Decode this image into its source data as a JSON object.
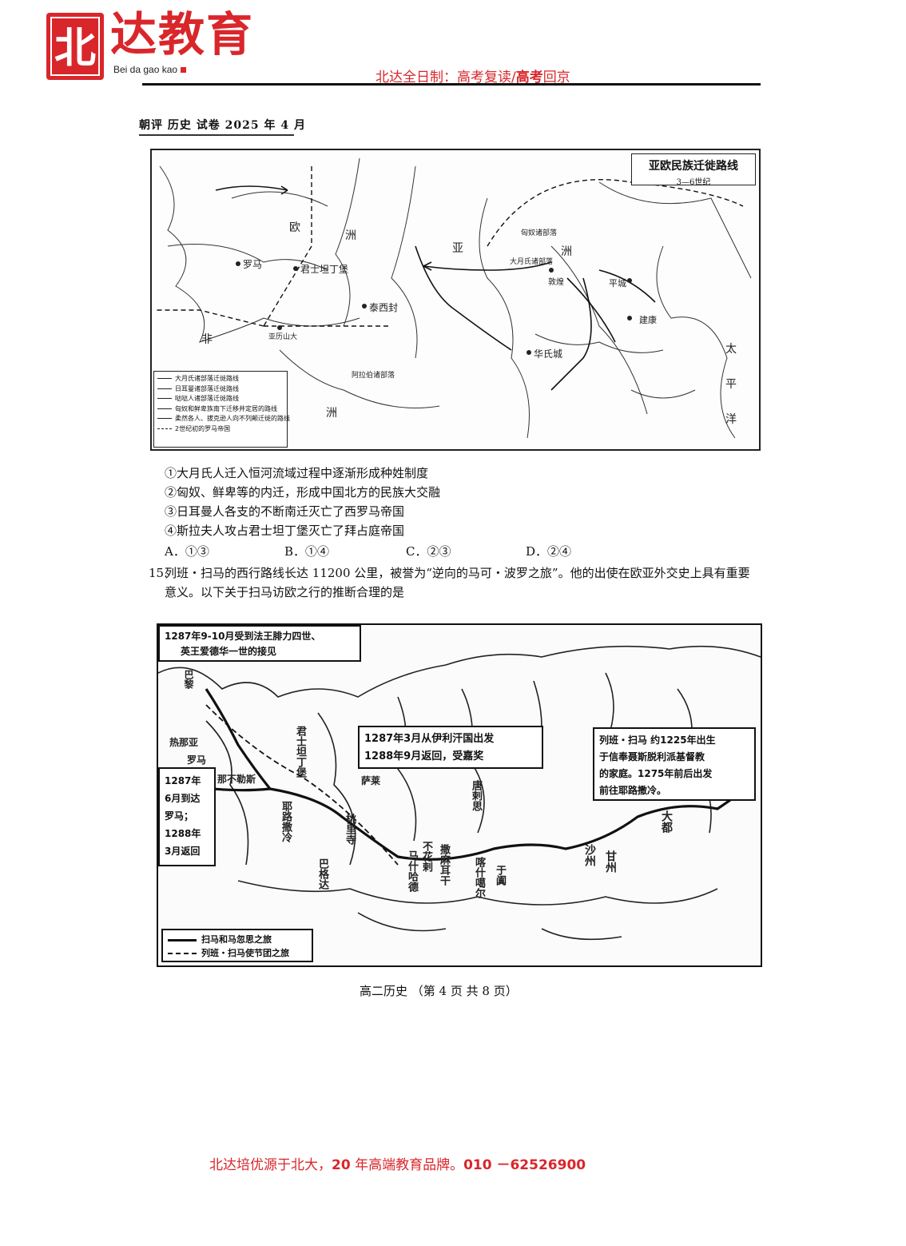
{
  "header": {
    "logo_mark": "北",
    "logo_cn": "达教育",
    "logo_en": "Bei da gao kao",
    "tag_prefix": "北达全日制：高考复读/",
    "tag_bold": "高考",
    "tag_suffix": "回京"
  },
  "exam_heading": "朝评  历史  试卷    2025 年 4 月",
  "map1": {
    "title": "亚欧民族迁徙路线",
    "subtitle": "3—6世纪",
    "places": [
      "罗马",
      "君士坦丁堡",
      "泰西封",
      "敦煌",
      "平城",
      "华氏城",
      "建康",
      "亚历山大"
    ],
    "regions": [
      "欧",
      "洲",
      "亚",
      "洲",
      "非",
      "洲",
      "太",
      "平",
      "洋"
    ],
    "tribes": [
      "匈奴诸部落",
      "大月氏诸部落",
      "阿拉伯诸部落"
    ],
    "legend": [
      "大月氏诸部落迁徙路线",
      "日耳曼诸部落迁徙路线",
      "哒哒人诸部落迁徙路线",
      "匈奴和鲜卑族南下迁移并定居的路线",
      "柔然各人、拔克逊人向不列颠迁徙的路线",
      "2世纪初的罗马帝国"
    ]
  },
  "q14_options": [
    "①大月氏人迁入恒河流域过程中逐渐形成种姓制度",
    "②匈奴、鲜卑等的内迁，形成中国北方的民族大交融",
    "③日耳曼人各支的不断南迁灭亡了西罗马帝国",
    "④斯拉夫人攻占君士坦丁堡灭亡了拜占庭帝国"
  ],
  "q14_choices": [
    "A．①③",
    "B．①④",
    "C．②③",
    "D．②④"
  ],
  "q15": {
    "number": "15.",
    "text": "列班・扫马的西行路线长达 11200 公里，被誉为“逆向的马可・波罗之旅”。他的出使在欧亚外交史上具有重要意义。以下关于扫马访欧之行的推断合理的是"
  },
  "map2": {
    "box_topleft": [
      "1287年9-10月受到法王腓力四世、",
      "英王爱德华一世的接见"
    ],
    "box_middle": [
      "1287年3月从伊利汗国出发",
      "1288年9月返回，受嘉奖"
    ],
    "box_right": [
      "列班・扫马 约1225年出生",
      "于信奉聂斯脱利派基督教",
      "的家庭。1275年前后出发",
      "前往耶路撒冷。"
    ],
    "box_left": [
      "1287年",
      "6月到达",
      "罗马；",
      "1288年",
      "3月返回"
    ],
    "places": [
      "巴黎",
      "热那亚",
      "罗马",
      "那不勒斯",
      "君士坦丁堡",
      "耶路撒冷",
      "萨莱",
      "桃里寺",
      "巴格达",
      "马什哈德",
      "不花剌",
      "撒麻耳干",
      "喀什噶尔",
      "于阗",
      "唐剌思",
      "沙州",
      "甘州",
      "大都"
    ],
    "legend": [
      "扫马和马忽思之旅",
      "列班・扫马使节团之旅"
    ]
  },
  "page_footer": "高二历史    （第 4 页    共 8 页）",
  "slogan": {
    "prefix": "北达培优源于北大，",
    "bold1": "20",
    "mid": " 年高端教育品牌。",
    "bold2": "010  －62526900"
  }
}
